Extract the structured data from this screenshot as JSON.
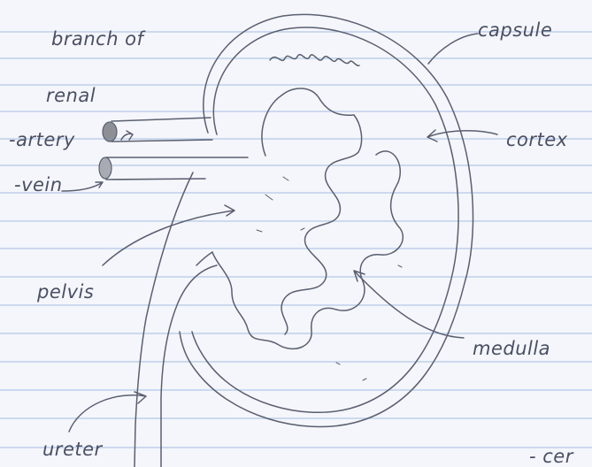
{
  "paper": {
    "background": "#f4f6fb",
    "rule_color": "#b3c8e6",
    "pencil_color": "#5a5f70",
    "ink_color": "#4a4f63",
    "vessel_fill": "#8c8f96"
  },
  "labels": {
    "branch_of": "branch of",
    "renal": "renal",
    "artery": "-artery",
    "vein": "-vein",
    "capsule": "capsule",
    "cortex": "cortex",
    "pelvis": "pelvis",
    "medulla": "medulla",
    "ureter": "ureter",
    "partial_bottom_right": "- cer"
  }
}
